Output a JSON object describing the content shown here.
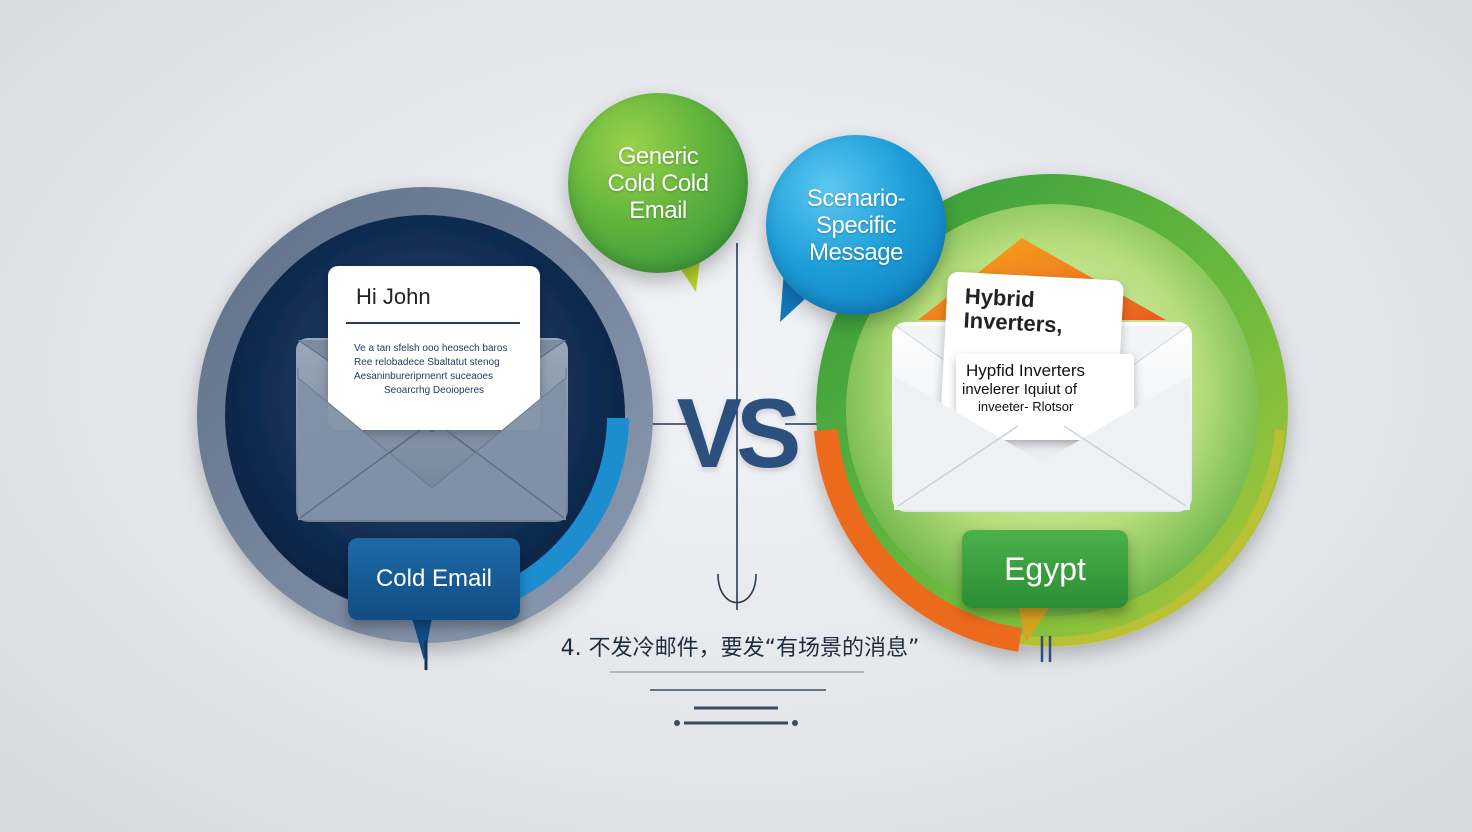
{
  "bubbles": {
    "left": "Generic\nCold Cold\nEmail",
    "right": "Scenario-\nSpecific\nMessage"
  },
  "left_panel": {
    "letter_greeting": "Hi John",
    "letter_lines": [
      "Ve a tan sfelsh ooo heosech baros",
      "Ree relobadece Sbaltatut stenog",
      "Aesaninbureriprnenrt suceaoes",
      "Seoarcrhg Deoioperes"
    ],
    "label": "Cold Email"
  },
  "right_panel": {
    "letter_title": "Hybrid\nInverters,",
    "letter_lines": [
      "Hypfid Inverters",
      "invelerer  Iquiut of",
      "inveeter- Rlotsor"
    ],
    "label": "Egypt"
  },
  "center": {
    "vs": "VS",
    "heading": "4. 不发冷邮件，要发“有场景的消息”"
  },
  "colors": {
    "navy": "#14325a",
    "blue_ring": "#1a8ed0",
    "green": "#4cae3e",
    "orange": "#f07a22",
    "vs": "#2d4f7d"
  }
}
